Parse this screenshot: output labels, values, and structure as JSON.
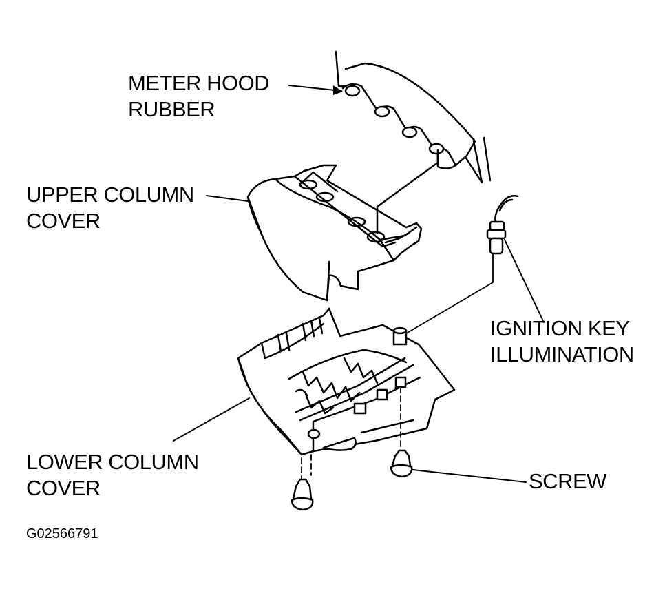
{
  "labels": {
    "meter_hood_rubber": [
      "METER HOOD",
      "RUBBER"
    ],
    "upper_column_cover": [
      "UPPER COLUMN",
      "COVER"
    ],
    "ignition_key_illumination": [
      "IGNITION KEY",
      "ILLUMINATION"
    ],
    "lower_column_cover": [
      "LOWER COLUMN",
      "COVER"
    ],
    "screw": "SCREW"
  },
  "figure_code": "G02566791",
  "colors": {
    "ink": "#000000",
    "paper": "#ffffff",
    "shade": "#e6e6e6"
  }
}
